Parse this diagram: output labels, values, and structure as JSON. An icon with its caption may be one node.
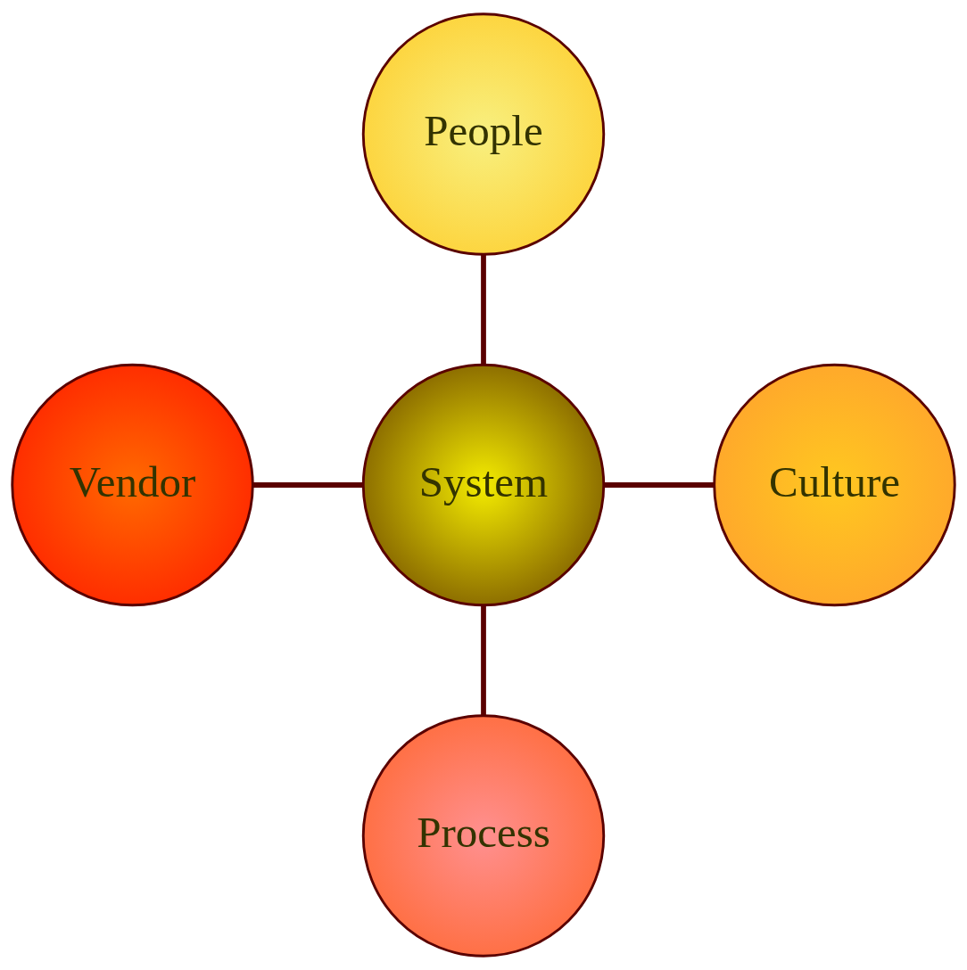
{
  "diagram": {
    "nodes": [
      {
        "text": [
          "People"
        ]
      },
      {
        "text": [
          "Vendor"
        ]
      },
      {
        "text": [
          "System"
        ]
      },
      {
        "text": [
          "Culture"
        ]
      },
      {
        "text": [
          "Process"
        ]
      }
    ],
    "edges": [
      {
        "from": 0,
        "to": 2,
        "arrow": "none"
      },
      {
        "from": 1,
        "to": 2,
        "arrow": "none"
      },
      {
        "from": 2,
        "to": 3,
        "arrow": "none"
      },
      {
        "from": 2,
        "to": 4,
        "arrow": "none"
      }
    ]
  }
}
